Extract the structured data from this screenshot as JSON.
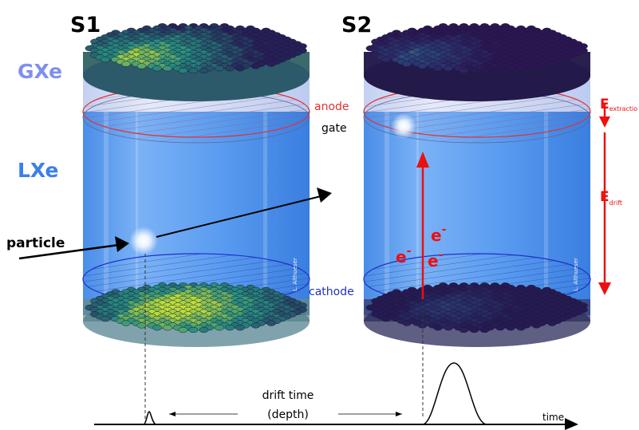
{
  "panels": [
    {
      "title": "S1",
      "phase_gas": "GXe",
      "phase_liquid": "LXe"
    },
    {
      "title": "S2"
    }
  ],
  "labels": {
    "particle": "particle",
    "anode": "anode",
    "gate": "gate",
    "cathode": "cathode",
    "electron": "e",
    "electron_sup": "-",
    "e_extraction_main": "E",
    "e_extraction_sub": "extractio",
    "e_drift_main": "E",
    "e_drift_sub": "drift",
    "credit": "L. Althueser"
  },
  "timeline": {
    "drift_time": "drift time",
    "depth": "(depth)",
    "time": "time"
  },
  "colors": {
    "liquid": "#5a9cf0",
    "gas": "#c4d4f2",
    "anode": "#e53030",
    "cathode": "#2030c8",
    "arrow_red": "#ee0f0f",
    "gxe_text": "#7f8ff0",
    "lxe_text": "#3b80e6"
  }
}
